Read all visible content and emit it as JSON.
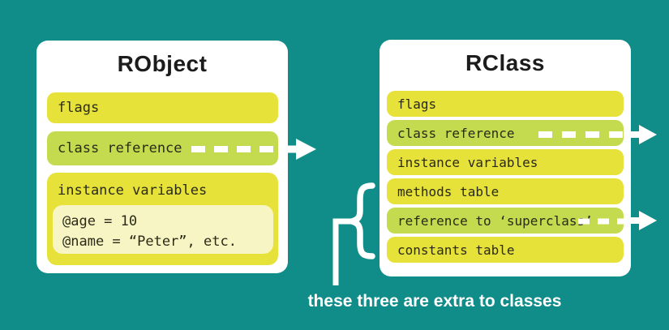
{
  "palette": {
    "background": "#108C89",
    "card": "#FFFFFF",
    "row_yellow": "#E7E23A",
    "row_green": "#C4DB4F",
    "code_box": "#F8F5C4",
    "text_dark": "#2A2A18",
    "white": "#FFFFFF"
  },
  "left_card": {
    "title": "RObject",
    "rows": {
      "flags": "flags",
      "class_reference": "class reference",
      "instance_variables": "instance variables"
    },
    "code_lines": {
      "line1": "@age = 10",
      "line2": "@name = “Peter”, etc."
    }
  },
  "right_card": {
    "title": "RClass",
    "rows": {
      "flags": "flags",
      "class_reference": "class reference",
      "instance_variables": "instance variables",
      "methods_table": "methods table",
      "superclass_reference": "reference to ‘superclass’",
      "constants_table": "constants table"
    }
  },
  "annotation": {
    "caption": "these three are extra to classes"
  }
}
